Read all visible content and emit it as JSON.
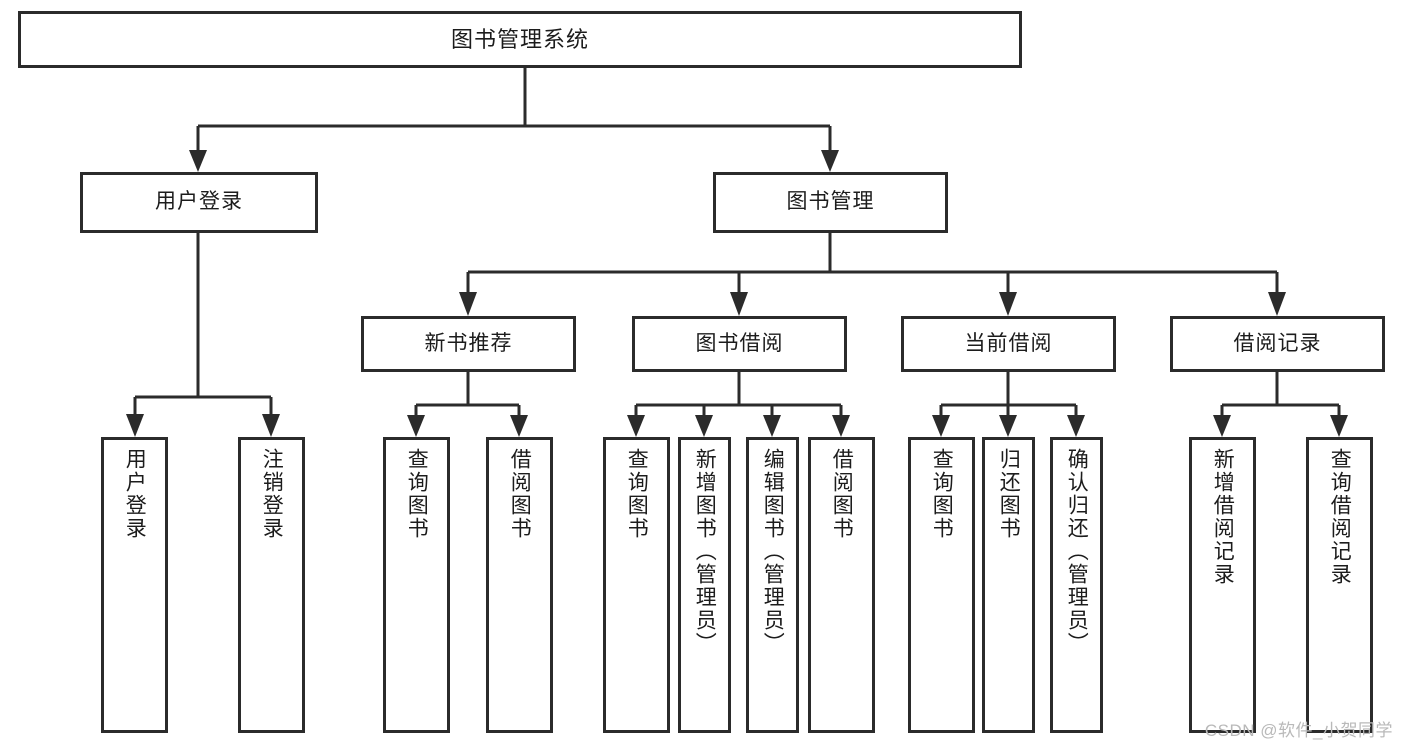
{
  "diagram": {
    "title": "图书管理系统",
    "type": "tree",
    "orientation": "top-down",
    "style": {
      "box_fill": "#ffffff",
      "box_stroke": "#2b2b2b",
      "connector_stroke": "#2b2b2b",
      "text_color": "#1c1c1c",
      "background": "#ffffff",
      "watermark_color": "#b9b9b9"
    }
  },
  "nodes": {
    "root": {
      "id": "root",
      "label": "图书管理系统",
      "level": 0
    },
    "level1": [
      {
        "id": "user-login",
        "label": "用户登录",
        "level": 1
      },
      {
        "id": "book-management",
        "label": "图书管理",
        "level": 1
      }
    ],
    "level2": [
      {
        "id": "new-book-recommend",
        "label": "新书推荐",
        "level": 2,
        "parent": "book-management"
      },
      {
        "id": "book-borrow",
        "label": "图书借阅",
        "level": 2,
        "parent": "book-management"
      },
      {
        "id": "current-borrow",
        "label": "当前借阅",
        "level": 2,
        "parent": "book-management"
      },
      {
        "id": "borrow-record",
        "label": "借阅记录",
        "level": 2,
        "parent": "book-management"
      }
    ],
    "leaves": [
      {
        "id": "leaf-user-login",
        "label": "用户登录",
        "parent": "user-login"
      },
      {
        "id": "leaf-logout",
        "label": "注销登录",
        "parent": "user-login"
      },
      {
        "id": "leaf-query-book-1",
        "label": "查询图书",
        "parent": "new-book-recommend"
      },
      {
        "id": "leaf-borrow-book-1",
        "label": "借阅图书",
        "parent": "new-book-recommend"
      },
      {
        "id": "leaf-query-book-2",
        "label": "查询图书",
        "parent": "book-borrow"
      },
      {
        "id": "leaf-add-book",
        "label": "新增图书（管理员）",
        "parent": "book-borrow"
      },
      {
        "id": "leaf-edit-book",
        "label": "编辑图书（管理员）",
        "parent": "book-borrow"
      },
      {
        "id": "leaf-borrow-book-2",
        "label": "借阅图书",
        "parent": "book-borrow"
      },
      {
        "id": "leaf-query-book-3",
        "label": "查询图书",
        "parent": "current-borrow"
      },
      {
        "id": "leaf-return-book",
        "label": "归还图书",
        "parent": "current-borrow"
      },
      {
        "id": "leaf-confirm-return",
        "label": "确认归还（管理员）",
        "parent": "current-borrow"
      },
      {
        "id": "leaf-add-record",
        "label": "新增借阅记录",
        "parent": "borrow-record"
      },
      {
        "id": "leaf-query-record",
        "label": "查询借阅记录",
        "parent": "borrow-record"
      }
    ]
  },
  "watermark": {
    "text": "CSDN @软件_小贺同学"
  }
}
